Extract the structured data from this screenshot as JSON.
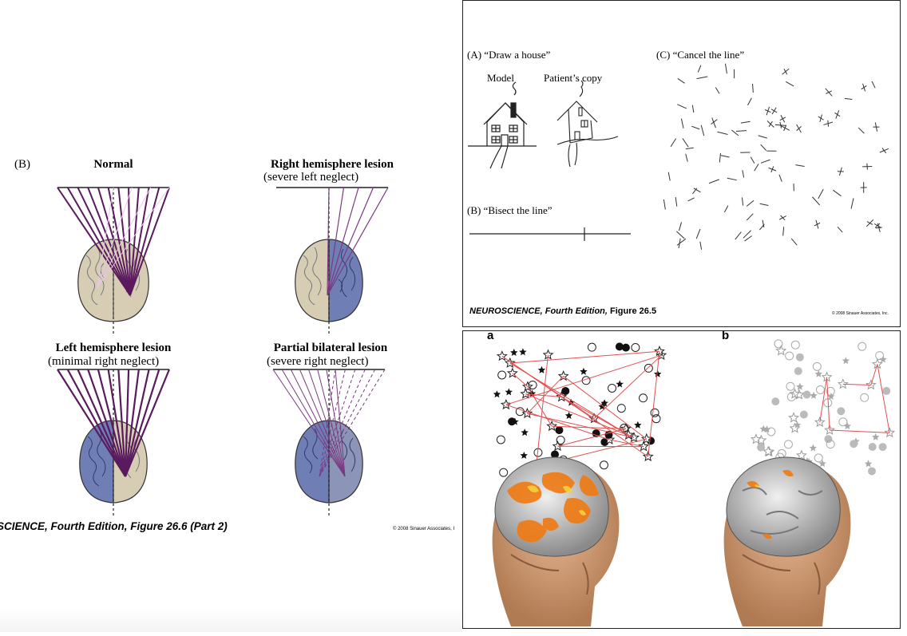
{
  "left_figure": {
    "panel_label": "(B)",
    "normal": {
      "title": "Normal"
    },
    "right_lesion": {
      "title": "Right hemisphere lesion",
      "subtitle": "(severe left neglect)"
    },
    "left_lesion": {
      "title": "Left hemisphere lesion",
      "subtitle": "(minimal right neglect)"
    },
    "bilateral": {
      "title": "Partial bilateral lesion",
      "subtitle": "(severe right neglect)"
    },
    "caption": "SCIENCE, Fourth Edition, Figure 26.6 (Part 2)",
    "copyright": "© 2008 Sinauer Associates, I"
  },
  "top_right_figure": {
    "a_label": "(A) “Draw a house”",
    "model_label": "Model",
    "patient_label": "Patient’s copy",
    "b_label": "(B) “Bisect the line”",
    "c_label": "(C) “Cancel the line”",
    "caption_italic": "NEUROSCIENCE, Fourth Edition,",
    "caption_rest": " Figure 26.5",
    "copyright": "© 2008 Sinauer Associates, Inc."
  },
  "bottom_right_figure": {
    "a_label": "a",
    "b_label": "b"
  },
  "colors": {
    "purple": "#5a1a5e",
    "lesion_blue": "#6f7fb6",
    "brain_tan": "#d6cdb4",
    "red_path": "#e05050"
  }
}
